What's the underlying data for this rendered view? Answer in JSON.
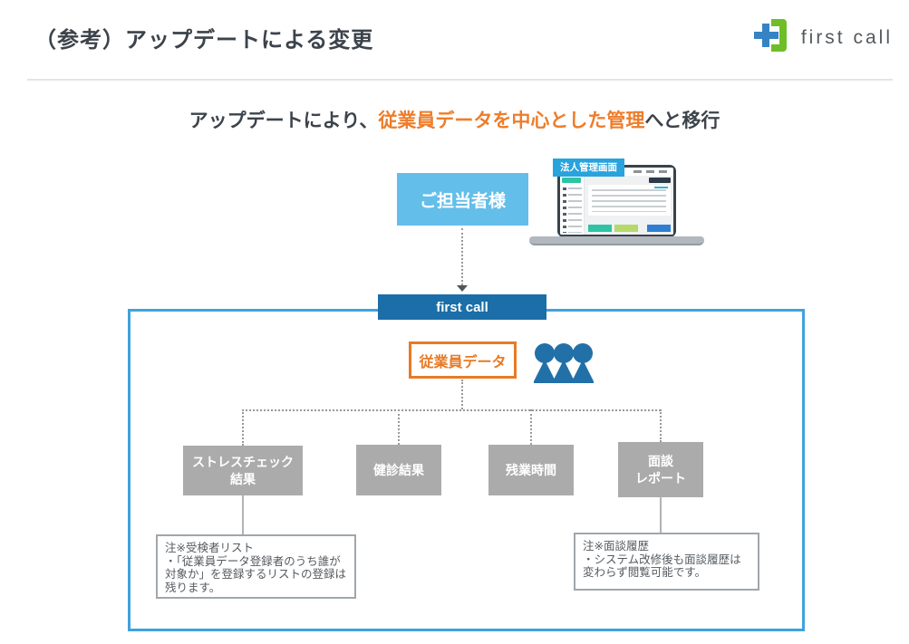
{
  "page": {
    "title": "（参考）アップデートによる変更",
    "brand_name": "first call"
  },
  "subtitle": {
    "prefix": "アップデートにより、",
    "highlight": "従業員データを中心とした管理",
    "suffix": "へと移行"
  },
  "diagram": {
    "manager_label": "ご担当者様",
    "screen_tag": "法人管理画面",
    "platform_label": "first call",
    "employee_data_label": "従業員データ",
    "categories": [
      {
        "line1": "ストレスチェック",
        "line2": "結果"
      },
      {
        "line1": "健診結果",
        "line2": ""
      },
      {
        "line1": "残業時間",
        "line2": ""
      },
      {
        "line1": "面談",
        "line2": "レポート"
      }
    ],
    "notes": [
      {
        "title": "注※受検者リスト",
        "body": "・「従業員データ登録者のうち誰が対象か」を登録するリストの登録は残ります。"
      },
      {
        "title": "注※面談履歴",
        "body": "・システム改修後も面談履歴は変わらず閲覧可能です。"
      }
    ]
  },
  "colors": {
    "accent_orange": "#ED7D2B",
    "primary_blue": "#1B6EA8",
    "light_blue": "#63BEE9",
    "container_border_blue": "#3FA3DC",
    "tag_blue": "#29A3DC",
    "box_gray": "#ABABAB",
    "logo_green": "#6FBE28",
    "logo_blue": "#3583C4"
  }
}
